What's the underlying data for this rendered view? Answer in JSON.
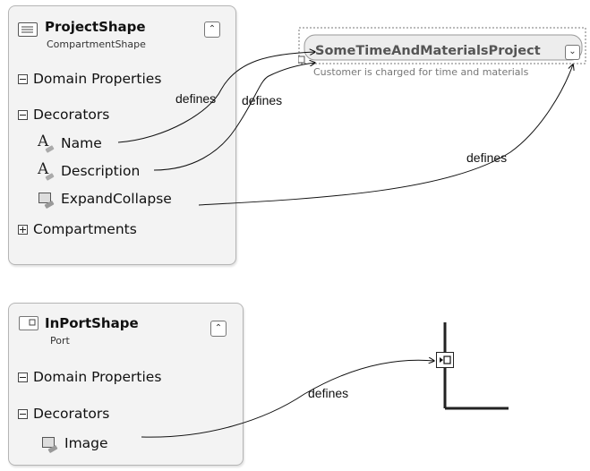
{
  "project_shape": {
    "title": "ProjectShape",
    "subtitle": "CompartmentShape",
    "icon": "compartment-shape-icon",
    "collapse_icon": "double-chevron-up-icon",
    "sections": {
      "domain_properties": "Domain Properties",
      "decorators": "Decorators",
      "compartments": "Compartments"
    },
    "decorators": [
      {
        "label": "Name",
        "icon": "text-decorator-icon"
      },
      {
        "label": "Description",
        "icon": "text-decorator-icon"
      },
      {
        "label": "ExpandCollapse",
        "icon": "image-decorator-icon"
      }
    ]
  },
  "port_shape": {
    "title": "InPortShape",
    "subtitle": "Port",
    "icon": "port-shape-icon",
    "collapse_icon": "double-chevron-up-icon",
    "sections": {
      "domain_properties": "Domain Properties",
      "decorators": "Decorators"
    },
    "decorators": [
      {
        "label": "Image",
        "icon": "image-decorator-icon"
      }
    ]
  },
  "rendered_compartment": {
    "title": "SomeTimeAndMaterialsProject",
    "description": "Customer is charged for time and materials",
    "expand_icon": "double-chevron-down-icon"
  },
  "rendered_port": {
    "icon": "in-port-icon"
  },
  "arrow_labels": {
    "name": "defines",
    "description": "defines",
    "expand_collapse": "defines",
    "image": "defines"
  }
}
